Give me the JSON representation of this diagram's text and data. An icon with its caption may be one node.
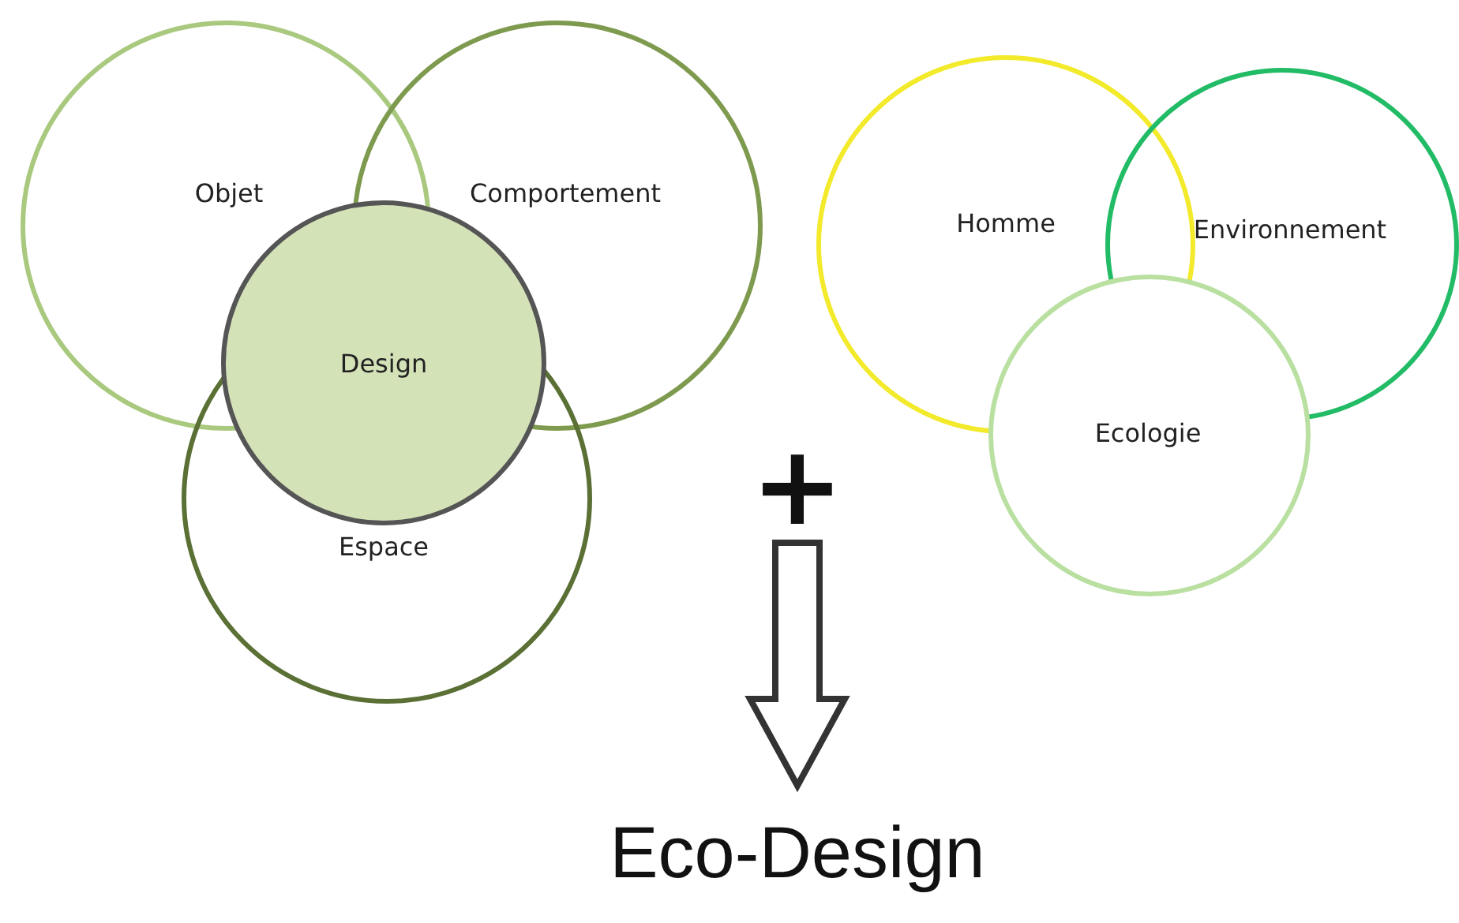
{
  "diagram": {
    "nodes": [
      {
        "text": [
          "Objet"
        ]
      },
      {
        "text": [
          "Comportement"
        ]
      },
      {
        "text": [
          "Espace"
        ]
      },
      {
        "text": [
          "Design"
        ]
      },
      {
        "text": [
          "Homme"
        ]
      },
      {
        "text": [
          "Environnement"
        ]
      },
      {
        "text": [
          "Ecologie"
        ]
      },
      {
        "text": [
          "+"
        ]
      },
      {
        "text": [
          "Eco-Design"
        ]
      }
    ],
    "edges": [
      {
        "from": 7,
        "to": 8,
        "arrow": "to"
      }
    ]
  }
}
